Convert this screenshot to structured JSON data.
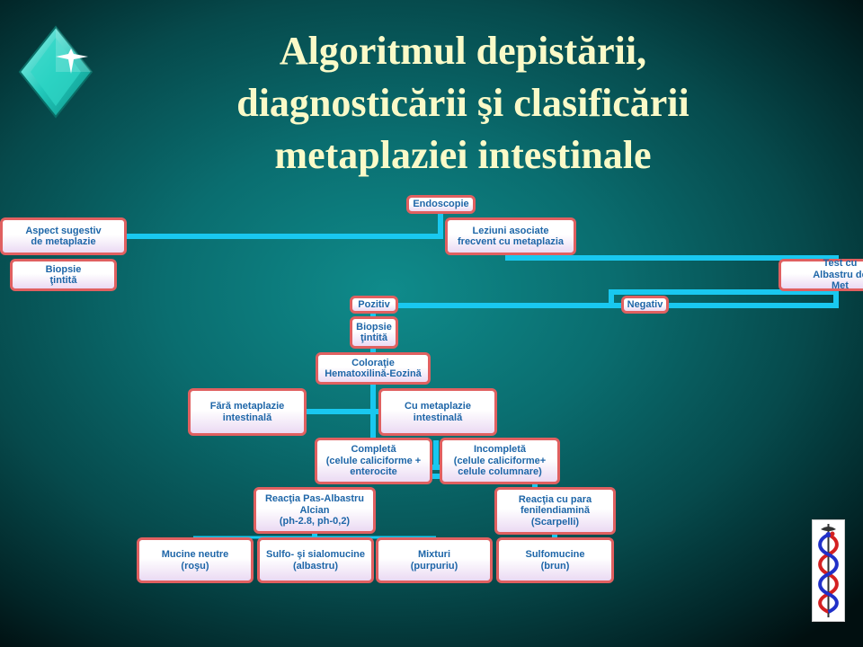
{
  "slide": {
    "title": "Algoritmul depistării,\ndiagnosticării şi clasificării\nmetaplaziei intestinale"
  },
  "colors": {
    "background": "#0a6d6f",
    "title": "#fafac8",
    "box_border": "#e06060",
    "box_text": "#1e66a8",
    "connector": "#19c8f0"
  },
  "icons": {
    "decoration": "diamond-sparkle-icon",
    "logo": "caduceus-icon"
  },
  "flowchart": {
    "endoscopie": "Endoscopie",
    "aspect_sugestiv": "Aspect sugestiv\nde metaplazie",
    "biopsie_tintita_left": "Biopsie\nţintită",
    "leziuni_asociate": "Leziuni asociate\nfrecvent cu metaplazia",
    "test_albastru": "Test cu\nAlbastru de Met",
    "pozitiv": "Pozitiv",
    "negativ": "Negativ",
    "biopsie_tintita_center": "Biopsie\nţintită",
    "coloratie": "Coloraţie\nHematoxilină-Eozină",
    "fara_metaplazie": "Fără metaplazie\nintestinală",
    "cu_metaplazie": "Cu metaplazie\nintestinală",
    "completa": "Completă\n(celule caliciforme +\nenterocite",
    "incompleta": "Incompletă\n(celule caliciforme+\ncelule columnare)",
    "reactia_pas": "Reacţia Pas-Albastru\nAlcian\n(ph-2.8, ph-0,2)",
    "reactia_para": "Reacţia cu para\nfenilendiamină\n(Scarpelli)",
    "mucine_neutre": "Mucine neutre\n(roşu)",
    "sulfo_sialo": "Sulfo- şi sialomucine\n(albastru)",
    "mixturi": "Mixturi\n(purpuriu)",
    "sulfomucine": "Sulfomucine\n(brun)"
  }
}
